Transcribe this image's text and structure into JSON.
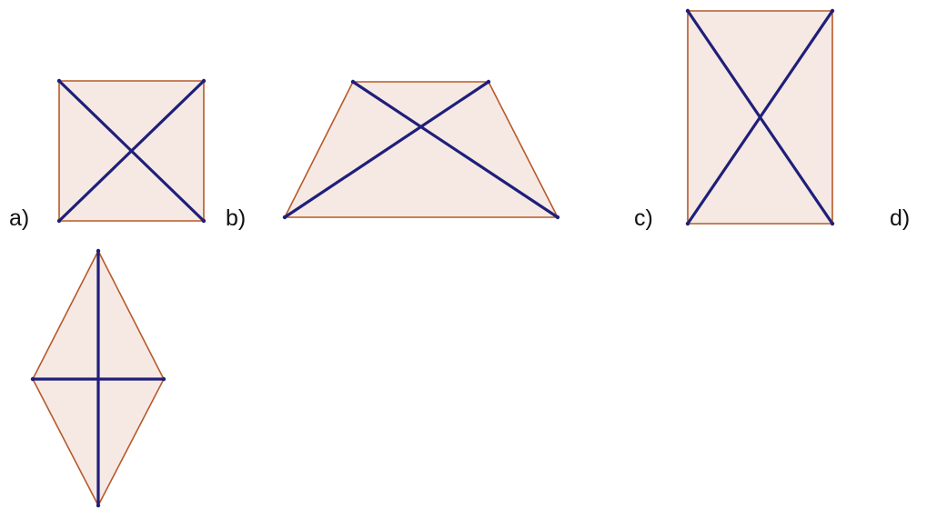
{
  "labels": {
    "a": "a)",
    "b": "b)",
    "c": "c)",
    "d": "d)"
  },
  "colors": {
    "fill": "#f6e9e4",
    "edge": "#b55a2a",
    "diagonal": "#1f1f7a",
    "vertex": "#1f1f7a"
  },
  "shapes": [
    {
      "id": "square",
      "kind": "square"
    },
    {
      "id": "trapezoid",
      "kind": "isosceles-trapezoid"
    },
    {
      "id": "rectangle",
      "kind": "rectangle"
    },
    {
      "id": "rhombus",
      "kind": "rhombus"
    }
  ]
}
